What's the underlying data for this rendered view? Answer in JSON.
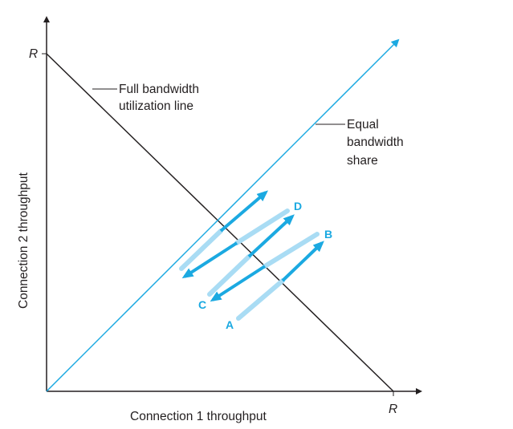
{
  "axes": {
    "x_label": "Connection 1 throughput",
    "y_label": "Connection 2 throughput",
    "x_max_label": "R",
    "y_max_label": "R"
  },
  "annotations": {
    "full_line": [
      "Full bandwidth",
      "utilization line"
    ],
    "equal_line": [
      "Equal",
      "bandwidth",
      "share"
    ]
  },
  "points": [
    "A",
    "B",
    "C",
    "D"
  ],
  "colors": {
    "accent": "#1ba9e1",
    "accent_light": "#a9dcf4",
    "line": "#231f20"
  }
}
